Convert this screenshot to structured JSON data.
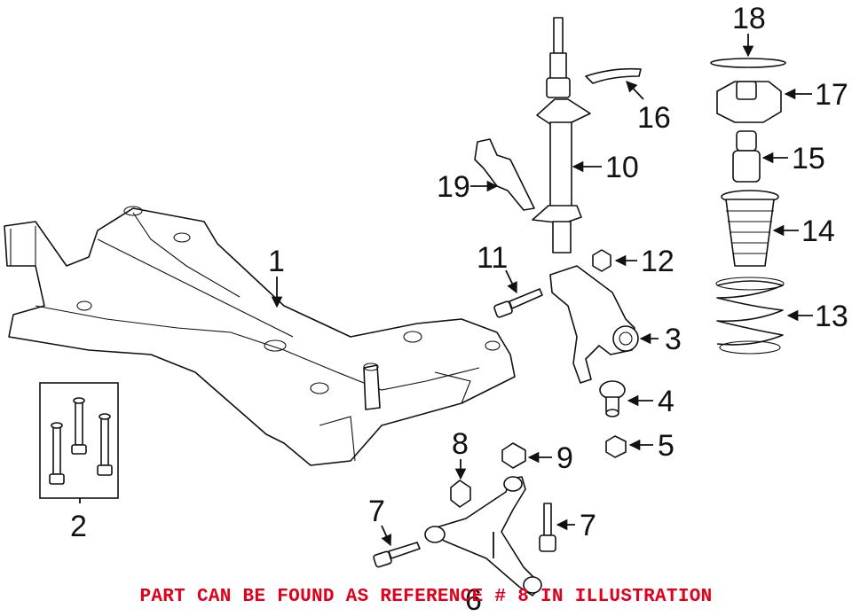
{
  "callouts": {
    "c1": "1",
    "c2": "2",
    "c3": "3",
    "c4": "4",
    "c5": "5",
    "c6": "6",
    "c7a": "7",
    "c7b": "7",
    "c8": "8",
    "c9": "9",
    "c10": "10",
    "c11": "11",
    "c12": "12",
    "c13": "13",
    "c14": "14",
    "c15": "15",
    "c16": "16",
    "c17": "17",
    "c18": "18",
    "c19": "19"
  },
  "note": "PART CAN BE FOUND AS REFERENCE # 8 IN ILLUSTRATION",
  "colors": {
    "note": "#e0001b",
    "lines": "#111111",
    "background": "#ffffff"
  }
}
